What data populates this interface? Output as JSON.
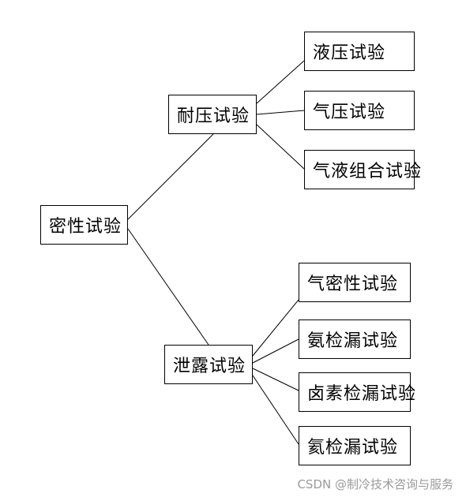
{
  "diagram": {
    "root": "密性试验",
    "branches": [
      {
        "label": "耐压试验",
        "children": [
          "液压试验",
          "气压试验",
          "气液组合试验"
        ]
      },
      {
        "label": "泄露试验",
        "children": [
          "气密性试验",
          "氨检漏试验",
          "卤素检漏试验",
          "氦检漏试验"
        ]
      }
    ]
  },
  "watermark": "CSDN @制冷技术咨询与服务"
}
